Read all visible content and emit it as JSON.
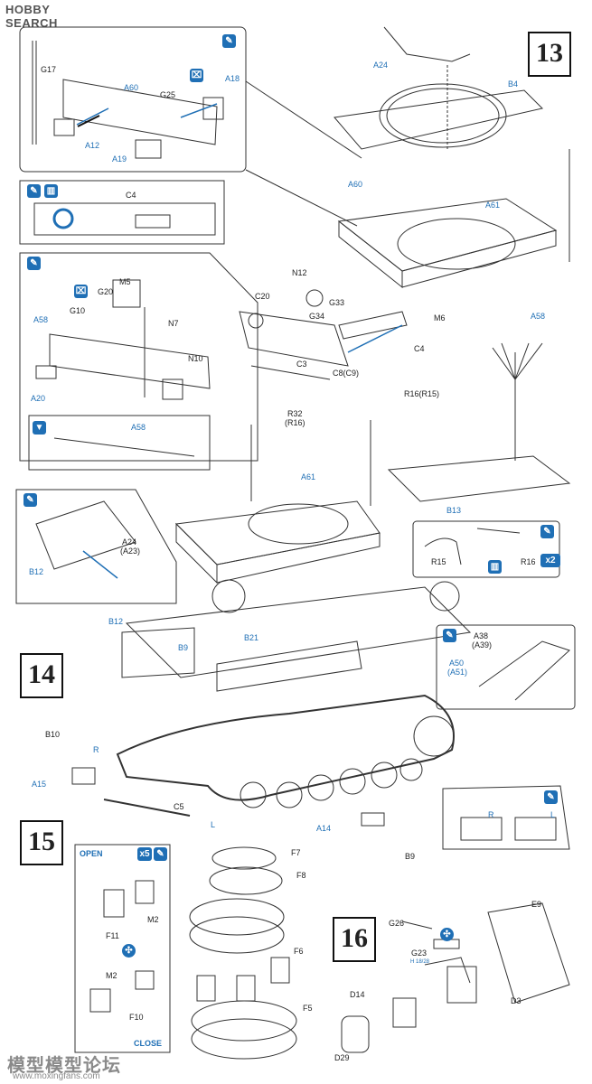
{
  "header": {
    "brand": "HOBBY SEARCH"
  },
  "watermark": {
    "site_cn": "模型模型论坛",
    "site_url": "www.moxingfans.com"
  },
  "steps": {
    "s13": "13",
    "s14": "14",
    "s15": "15",
    "s16": "16"
  },
  "icons": {
    "x2": "x2",
    "x5": "x5"
  },
  "box15": {
    "open": "OPEN",
    "close": "CLOSE"
  },
  "labels": {
    "G17": "G17",
    "A60a": "A60",
    "A18": "A18",
    "G25": "G25",
    "A12": "A12",
    "A19": "A19",
    "A24a": "A24",
    "B4": "B4",
    "C4a": "C4",
    "A60b": "A60",
    "A61a": "A61",
    "A58a": "A58",
    "N12": "N12",
    "G33": "G33",
    "G34": "G34",
    "M6": "M6",
    "C20": "C20",
    "C4b": "C4",
    "C3": "C3",
    "C8": "C8(C9)",
    "M5": "M5",
    "G20": "G20",
    "G10": "G10",
    "A58b": "A58",
    "N7": "N7",
    "N10": "N10",
    "A20": "A20",
    "A58c": "A58",
    "R32": "R32",
    "R16p": "(R16)",
    "R16R15": "R16(R15)",
    "A61b": "A61",
    "B13": "B13",
    "R15": "R15",
    "R16": "R16",
    "A24b": "A24",
    "A23": "(A23)",
    "B12a": "B12",
    "B12b": "B12",
    "B9a": "B9",
    "B21": "B21",
    "A38": "A38",
    "A39": "(A39)",
    "A50": "A50",
    "A51": "(A51)",
    "B10": "B10",
    "R1": "R",
    "A15": "A15",
    "C5": "C5",
    "L1": "L",
    "A14": "A14",
    "B9b": "B9",
    "R2": "R",
    "L2": "L",
    "F7": "F7",
    "F8": "F8",
    "M2a": "M2",
    "F11": "F11",
    "F6": "F6",
    "M2b": "M2",
    "F10": "F10",
    "F5": "F5",
    "E9": "E9",
    "G26": "G26",
    "G23": "G23",
    "H": "H 18/28",
    "D14": "D14",
    "D3": "D3",
    "D29": "D29"
  }
}
